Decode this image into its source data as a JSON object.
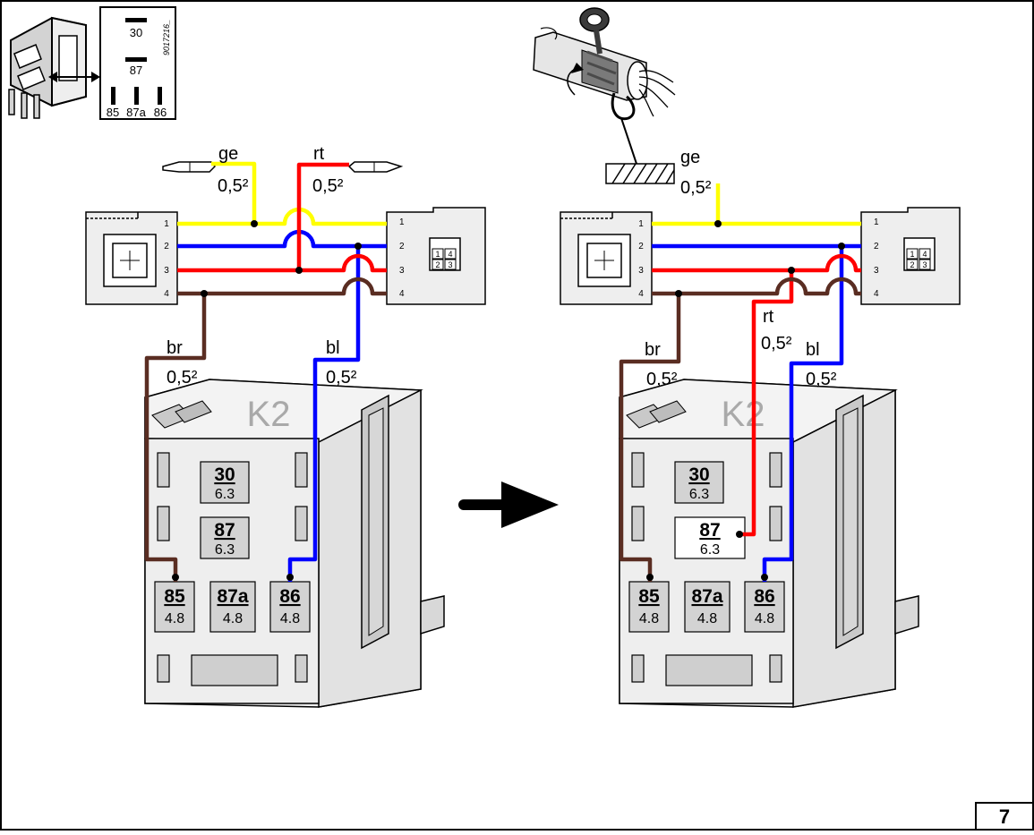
{
  "relay_symbol": {
    "part_code": "9017216_",
    "terminals": [
      "30",
      "87",
      "85",
      "87a",
      "86"
    ]
  },
  "wires": {
    "yellow": {
      "code": "ge",
      "gauge": "0,5²",
      "color": "#ffff00"
    },
    "red": {
      "code": "rt",
      "gauge": "0,5²",
      "color": "#ff0000"
    },
    "blue": {
      "code": "bl",
      "gauge": "0,5²",
      "color": "#0000ff"
    },
    "brown": {
      "code": "br",
      "gauge": "0,5²",
      "color": "#5a2d22"
    }
  },
  "connector_pins": [
    "1",
    "2",
    "3",
    "4"
  ],
  "plug_cells": [
    "1",
    "4",
    "2",
    "3"
  ],
  "relay_socket": {
    "name": "K2",
    "terminals": [
      {
        "num": "30",
        "size": "6.3"
      },
      {
        "num": "87",
        "size": "6.3"
      },
      {
        "num": "85",
        "size": "4.8"
      },
      {
        "num": "87a",
        "size": "4.8"
      },
      {
        "num": "86",
        "size": "4.8"
      }
    ]
  },
  "page_number": "7"
}
